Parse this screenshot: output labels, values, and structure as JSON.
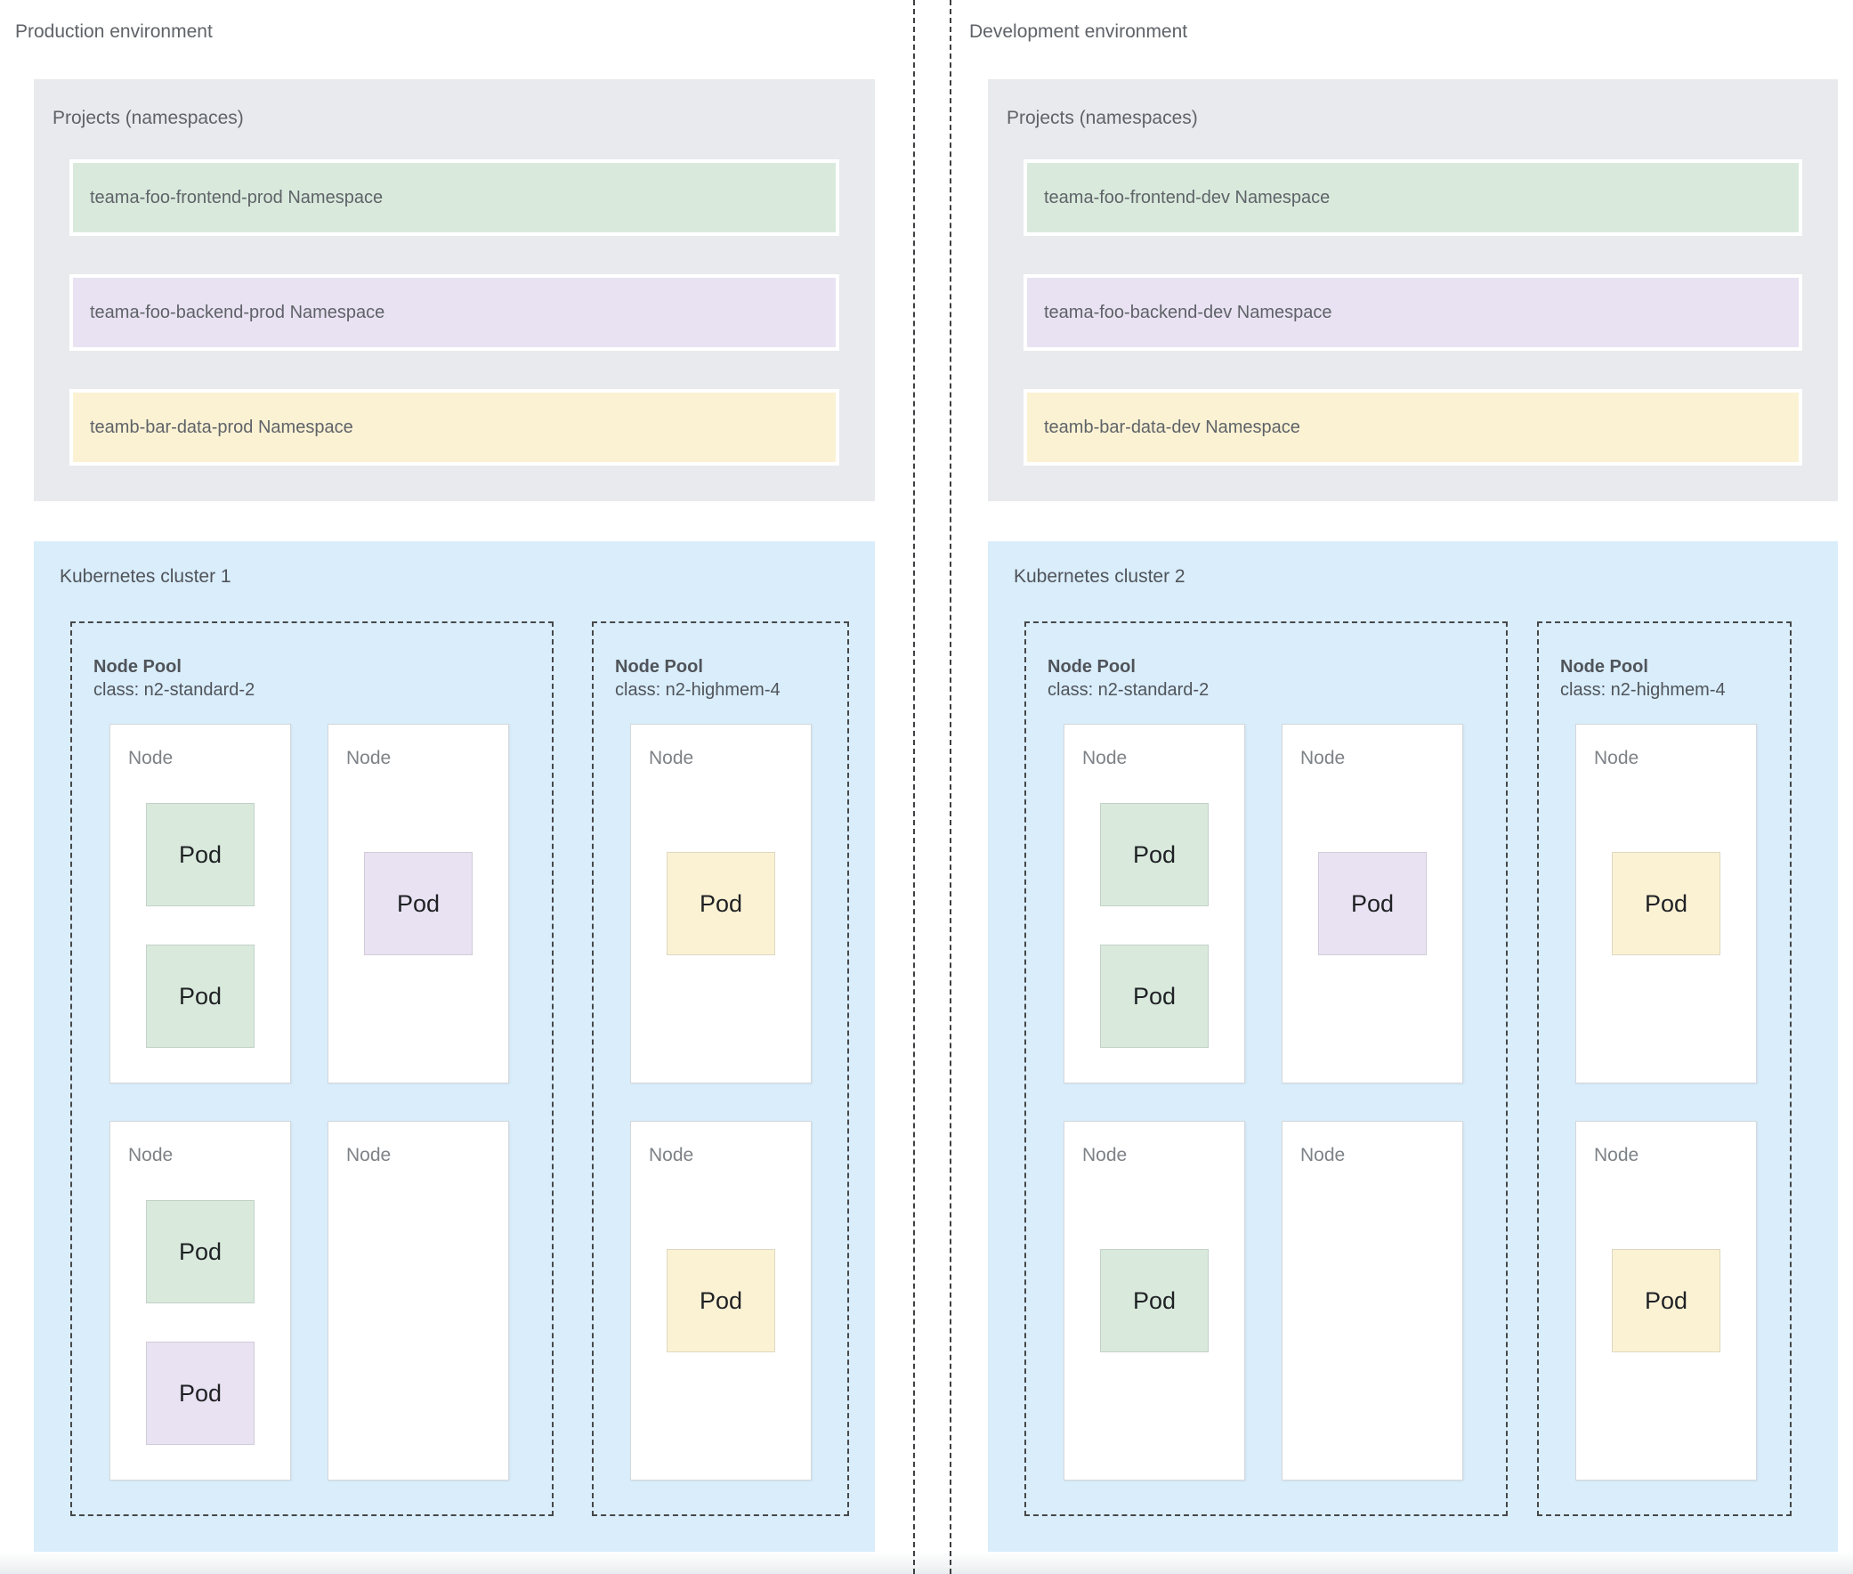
{
  "colors": {
    "green": "#d9eadd",
    "purple": "#e9e2f2",
    "yellow": "#fbf2d4",
    "projects_panel_bg": "#e8eaed",
    "cluster_panel_bg": "#d9edfb",
    "node_bg": "#ffffff",
    "label_text": "#5f6368",
    "pod_text": "#1f2124",
    "dashed_border": "#47484a"
  },
  "environments": [
    {
      "title": "Production environment",
      "projects_panel": {
        "title": "Projects (namespaces)",
        "namespaces": [
          {
            "label": "teama-foo-frontend-prod Namespace",
            "color": "green"
          },
          {
            "label": "teama-foo-backend-prod Namespace",
            "color": "purple"
          },
          {
            "label": "teamb-bar-data-prod Namespace",
            "color": "yellow"
          }
        ]
      },
      "cluster": {
        "title": "Kubernetes cluster 1",
        "node_pools": [
          {
            "name": "Node Pool",
            "machine_class": "class: n2-standard-2",
            "nodes": [
              {
                "label": "Node",
                "pod_alignment": "top",
                "pods": [
                  {
                    "label": "Pod",
                    "color": "green"
                  },
                  {
                    "label": "Pod",
                    "color": "green"
                  }
                ]
              },
              {
                "label": "Node",
                "pod_alignment": "center",
                "pods": [
                  {
                    "label": "Pod",
                    "color": "purple"
                  }
                ]
              },
              {
                "label": "Node",
                "pod_alignment": "top",
                "pods": [
                  {
                    "label": "Pod",
                    "color": "green"
                  },
                  {
                    "label": "Pod",
                    "color": "purple"
                  }
                ]
              },
              {
                "label": "Node",
                "pod_alignment": "top",
                "pods": []
              }
            ]
          },
          {
            "name": "Node Pool",
            "machine_class": "class: n2-highmem-4",
            "nodes": [
              {
                "label": "Node",
                "pod_alignment": "center",
                "pods": [
                  {
                    "label": "Pod",
                    "color": "yellow"
                  }
                ]
              },
              {
                "label": "Node",
                "pod_alignment": "center",
                "pods": [
                  {
                    "label": "Pod",
                    "color": "yellow"
                  }
                ]
              }
            ]
          }
        ]
      }
    },
    {
      "title": "Development environment",
      "projects_panel": {
        "title": "Projects (namespaces)",
        "namespaces": [
          {
            "label": "teama-foo-frontend-dev Namespace",
            "color": "green"
          },
          {
            "label": "teama-foo-backend-dev Namespace",
            "color": "purple"
          },
          {
            "label": "teamb-bar-data-dev Namespace",
            "color": "yellow"
          }
        ]
      },
      "cluster": {
        "title": "Kubernetes cluster 2",
        "node_pools": [
          {
            "name": "Node Pool",
            "machine_class": "class: n2-standard-2",
            "nodes": [
              {
                "label": "Node",
                "pod_alignment": "top",
                "pods": [
                  {
                    "label": "Pod",
                    "color": "green"
                  },
                  {
                    "label": "Pod",
                    "color": "green"
                  }
                ]
              },
              {
                "label": "Node",
                "pod_alignment": "center",
                "pods": [
                  {
                    "label": "Pod",
                    "color": "purple"
                  }
                ]
              },
              {
                "label": "Node",
                "pod_alignment": "center",
                "pods": [
                  {
                    "label": "Pod",
                    "color": "green"
                  }
                ]
              },
              {
                "label": "Node",
                "pod_alignment": "top",
                "pods": []
              }
            ]
          },
          {
            "name": "Node Pool",
            "machine_class": "class: n2-highmem-4",
            "nodes": [
              {
                "label": "Node",
                "pod_alignment": "center",
                "pods": [
                  {
                    "label": "Pod",
                    "color": "yellow"
                  }
                ]
              },
              {
                "label": "Node",
                "pod_alignment": "center",
                "pods": [
                  {
                    "label": "Pod",
                    "color": "yellow"
                  }
                ]
              }
            ]
          }
        ]
      }
    }
  ]
}
